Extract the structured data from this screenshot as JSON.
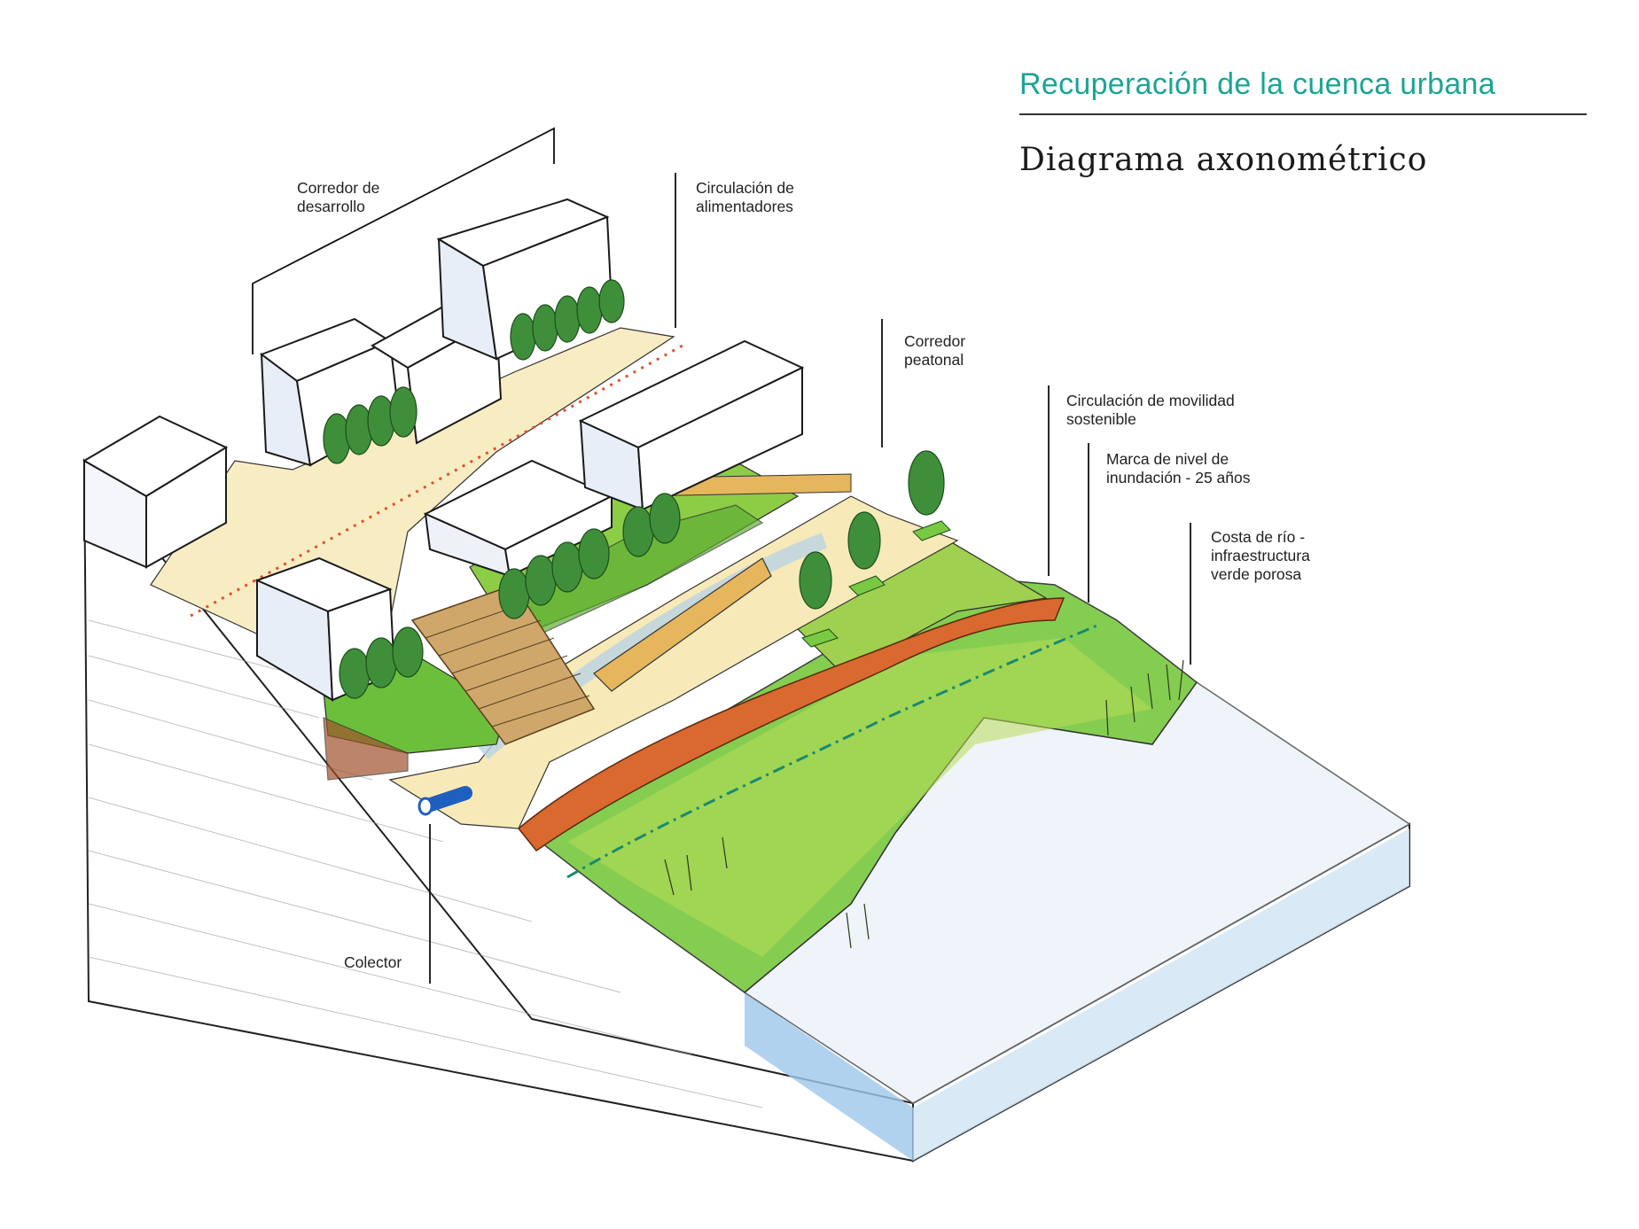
{
  "header": {
    "title": "Recuperación de la cuenca urbana",
    "subtitle": "Diagrama axonométrico",
    "accent_color": "#1aa595"
  },
  "colors": {
    "grass": "#7ac943",
    "grass_light": "#c6e27a",
    "path_orange": "#d9692e",
    "pale_path": "#f7eab8",
    "water": "#d3e8f6",
    "water_edge": "#7fb3dc",
    "bridge_wood": "#cfa76b",
    "tree_green": "#3f8f3a",
    "building": "#ffffff",
    "road_dotted": "#e0502e",
    "flood_line": "#1a8a6e",
    "pipe": "#1f5fbf"
  },
  "labels": {
    "corredor_desarrollo": [
      "Corredor de",
      "desarrollo"
    ],
    "circulacion_alimentadores": [
      "Circulación de",
      "alimentadores"
    ],
    "corredor_peatonal": [
      "Corredor",
      "peatonal"
    ],
    "circulacion_movilidad": [
      "Circulación de movilidad",
      "sostenible"
    ],
    "marca_nivel": [
      "Marca de nivel de",
      "inundación - 25 años"
    ],
    "costa_rio": [
      "Costa de río -",
      "infraestructura",
      "verde porosa"
    ],
    "colector": [
      "Colector"
    ]
  }
}
